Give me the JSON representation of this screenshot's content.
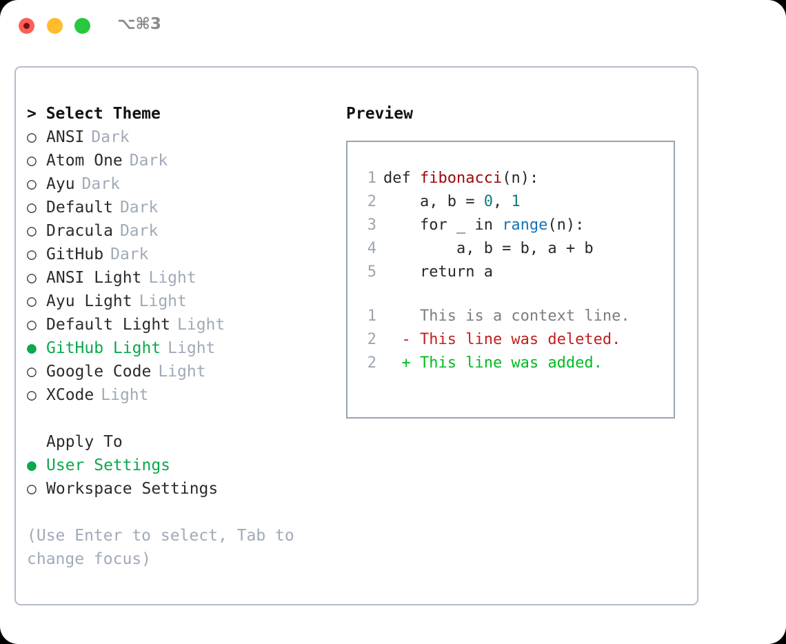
{
  "titlebar": {
    "shortcut": "⌥⌘3",
    "buttons": [
      {
        "name": "close",
        "color": "#fb5f57"
      },
      {
        "name": "minimize",
        "color": "#febc2e"
      },
      {
        "name": "zoom",
        "color": "#28c83f"
      }
    ]
  },
  "accent_green": "#0ba84e",
  "theme_picker": {
    "header": "> Select Theme",
    "bullet_unselected": "○",
    "bullet_selected": "●",
    "items": [
      {
        "label": "ANSI",
        "tag": "Dark",
        "selected": false
      },
      {
        "label": "Atom One",
        "tag": "Dark",
        "selected": false
      },
      {
        "label": "Ayu",
        "tag": "Dark",
        "selected": false
      },
      {
        "label": "Default",
        "tag": "Dark",
        "selected": false
      },
      {
        "label": "Dracula",
        "tag": "Dark",
        "selected": false
      },
      {
        "label": "GitHub",
        "tag": "Dark",
        "selected": false
      },
      {
        "label": "ANSI Light",
        "tag": "Light",
        "selected": false
      },
      {
        "label": "Ayu Light",
        "tag": "Light",
        "selected": false
      },
      {
        "label": "Default Light",
        "tag": "Light",
        "selected": false
      },
      {
        "label": "GitHub Light",
        "tag": "Light",
        "selected": true
      },
      {
        "label": "Google Code",
        "tag": "Light",
        "selected": false
      },
      {
        "label": "XCode",
        "tag": "Light",
        "selected": false
      }
    ]
  },
  "apply_to": {
    "header": "Apply To",
    "items": [
      {
        "label": "User Settings",
        "selected": true
      },
      {
        "label": "Workspace Settings",
        "selected": false
      }
    ]
  },
  "hint": "(Use Enter to select, Tab to change focus)",
  "preview": {
    "header": "Preview",
    "code_lines": [
      {
        "num": "1",
        "parts": [
          {
            "t": "def ",
            "c": "plain"
          },
          {
            "t": "fibonacci",
            "c": "fn"
          },
          {
            "t": "(n):",
            "c": "plain"
          }
        ]
      },
      {
        "num": "2",
        "parts": [
          {
            "t": "    a, b = ",
            "c": "plain"
          },
          {
            "t": "0",
            "c": "num"
          },
          {
            "t": ", ",
            "c": "plain"
          },
          {
            "t": "1",
            "c": "num"
          }
        ]
      },
      {
        "num": "3",
        "parts": [
          {
            "t": "    for _ in ",
            "c": "plain"
          },
          {
            "t": "range",
            "c": "blue"
          },
          {
            "t": "(n):",
            "c": "plain"
          }
        ]
      },
      {
        "num": "4",
        "parts": [
          {
            "t": "        a, b = b, a + b",
            "c": "plain"
          }
        ]
      },
      {
        "num": "5",
        "parts": [
          {
            "t": "    return a",
            "c": "plain"
          }
        ]
      }
    ],
    "diff_lines": [
      {
        "num": "1",
        "marker": "  ",
        "text": "This is a context line.",
        "kind": "ctx"
      },
      {
        "num": "2",
        "marker": "- ",
        "text": "This line was deleted.",
        "kind": "del"
      },
      {
        "num": "2",
        "marker": "+ ",
        "text": "This line was added.",
        "kind": "add"
      }
    ]
  }
}
